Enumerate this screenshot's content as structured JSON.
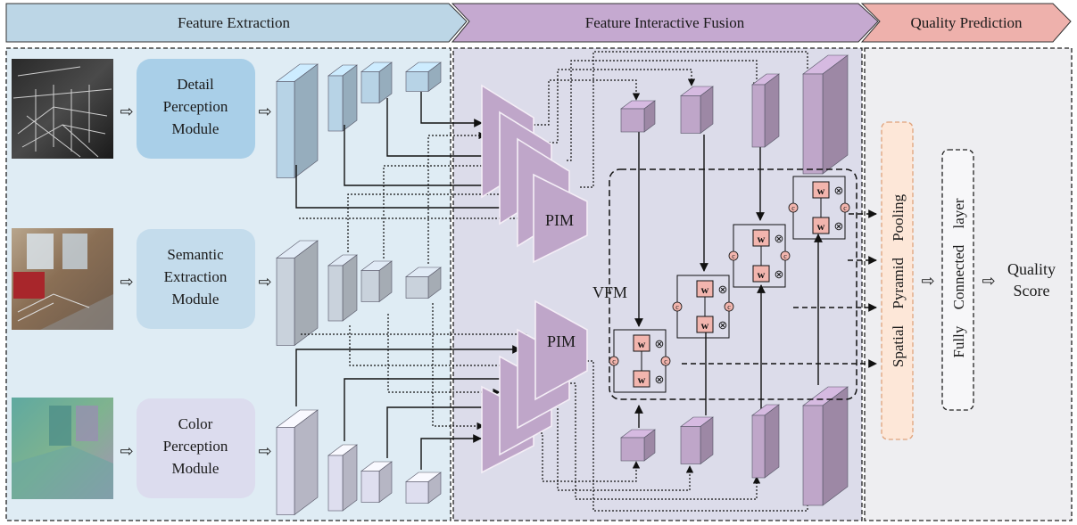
{
  "headers": [
    "Feature Extraction",
    "Feature Interactive Fusion",
    "Quality Prediction"
  ],
  "colors": {
    "header_extraction": "#bcd6e6",
    "header_fusion": "#c5a9d0",
    "header_prediction": "#eeb1ac",
    "panel_extraction": "#dfecf4",
    "panel_fusion": "#dcdcea",
    "panel_prediction": "#eeeef1",
    "module_detail": "#a9cfe8",
    "module_semantic": "#c4dcec",
    "module_color": "#dcdcee",
    "cube_blue": "#b7d3e6",
    "cube_gray": "#c9d2dc",
    "cube_lav": "#dedeef",
    "purple": "#bfa6c9",
    "weight_box": "#f2b5ae",
    "spp_fill": "#fde7d8",
    "spp_border": "#e0a37c"
  },
  "modules": [
    [
      "Detail",
      "Perception",
      "Module"
    ],
    [
      "Semantic",
      "Extraction",
      "Module"
    ],
    [
      "Color",
      "Perception",
      "Module"
    ]
  ],
  "pim_label": "PIM",
  "vfm_label": "VFM",
  "weight_label": "w",
  "concat_label": "c",
  "multiply_label": "⊗",
  "spp_words": [
    "Spatial",
    "Pyramid",
    "Pooling"
  ],
  "fc_words": [
    "Fully",
    "Connected",
    "layer"
  ],
  "output": [
    "Quality",
    "Score"
  ],
  "hollow_arrow": "⇨"
}
